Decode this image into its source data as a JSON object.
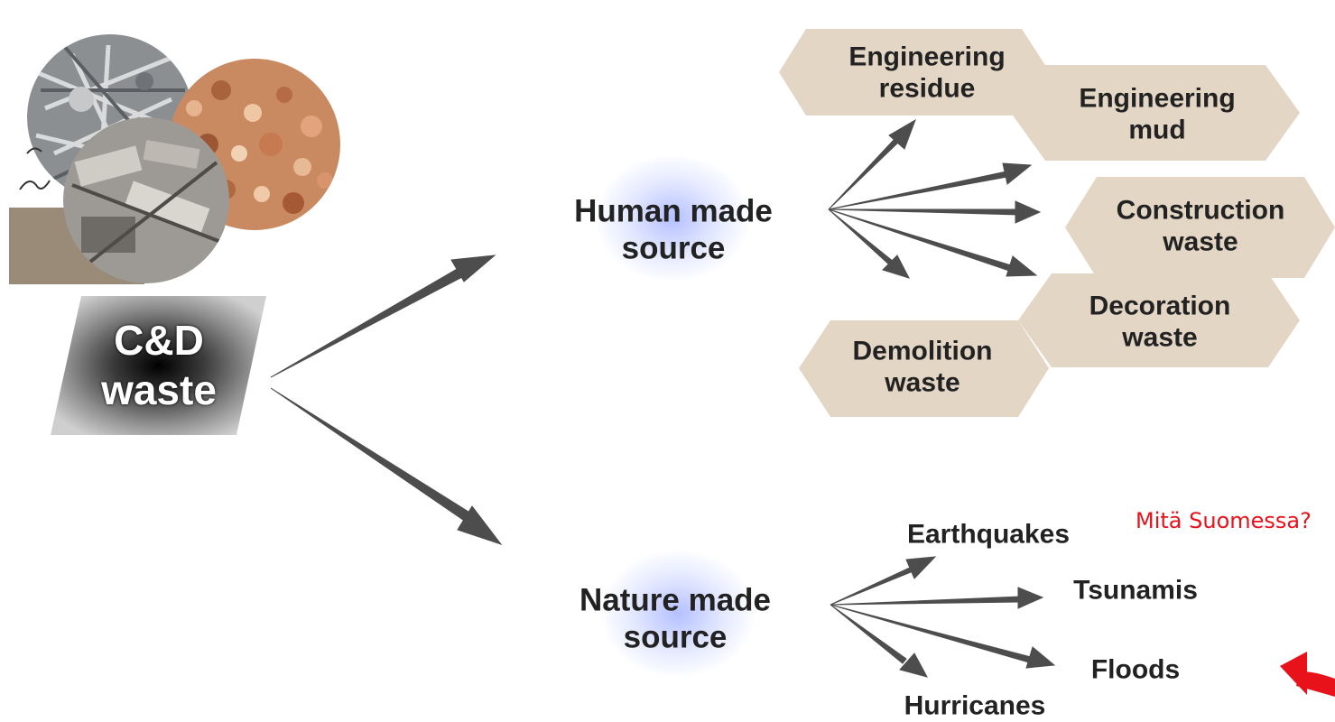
{
  "root": {
    "line1": "C&D",
    "line2": "waste"
  },
  "human": {
    "title_line1": "Human made",
    "title_line2": "source",
    "items": [
      {
        "line1": "Engineering",
        "line2": "residue"
      },
      {
        "line1": "Engineering",
        "line2": "mud"
      },
      {
        "line1": "Construction",
        "line2": "waste"
      },
      {
        "line1": "Decoration",
        "line2": "waste"
      },
      {
        "line1": "Demolition",
        "line2": "waste"
      }
    ]
  },
  "nature": {
    "title_line1": "Nature made",
    "title_line2": "source",
    "items": [
      "Earthquakes",
      "Tsunamis",
      "Floods",
      "Hurricanes"
    ]
  },
  "note": "Mitä Suomessa?",
  "colors": {
    "hexagon_fill": "#e3d6c5",
    "arrow": "#4d4d4d",
    "note_text": "#e8121b",
    "glow": "#8a9bff"
  }
}
